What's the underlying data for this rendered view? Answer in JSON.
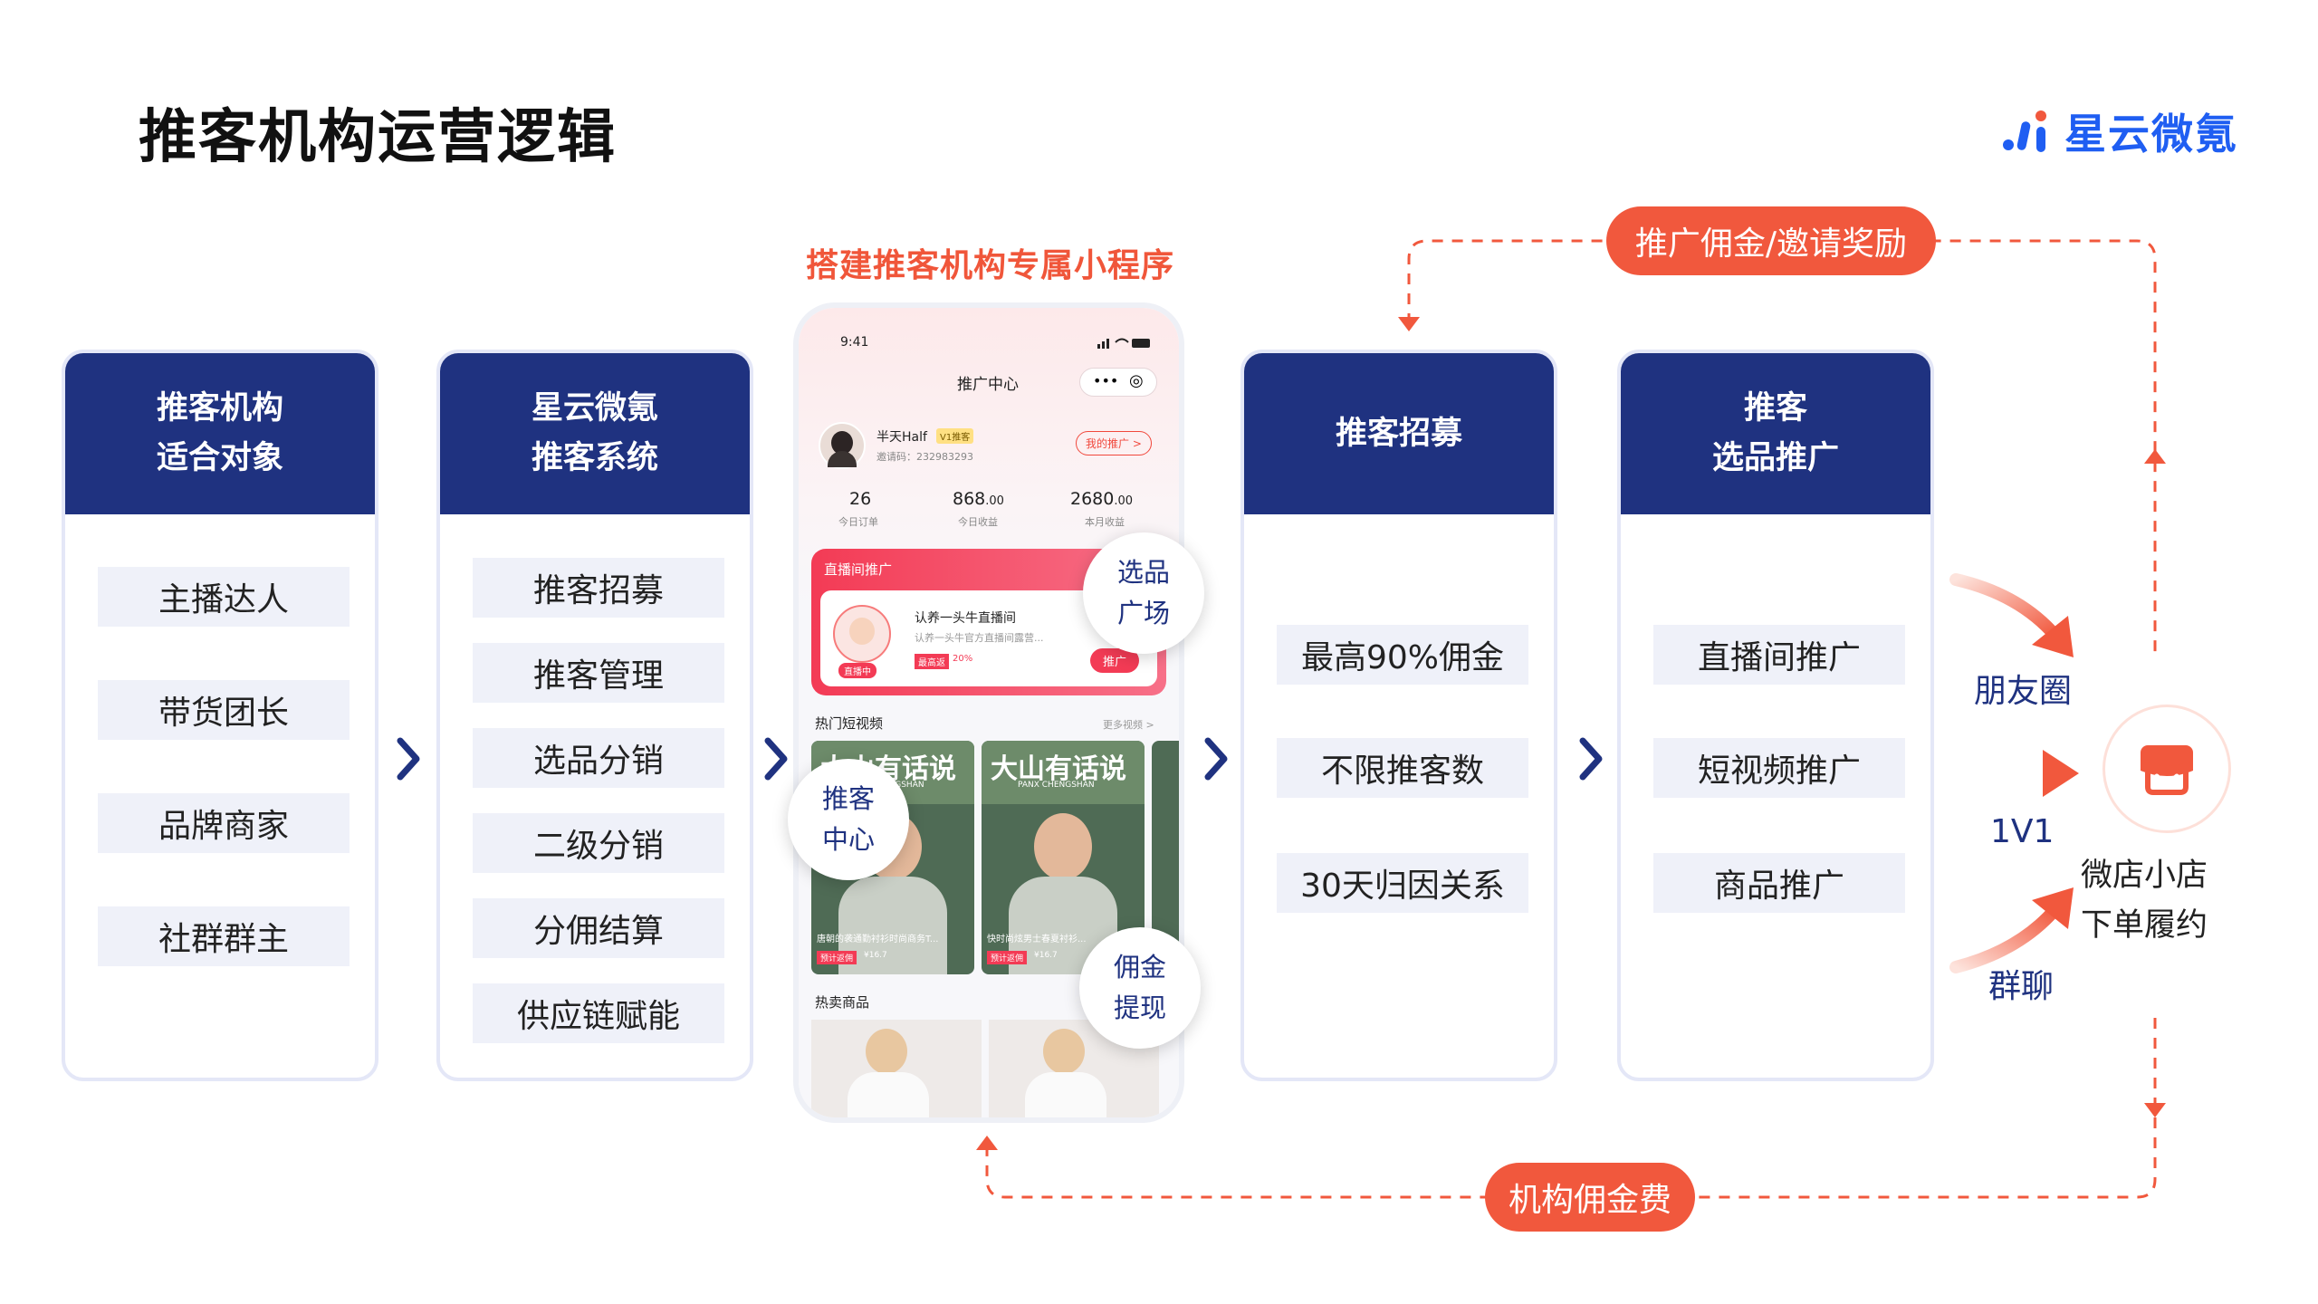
{
  "title": "推客机构运营逻辑",
  "logo": {
    "text": "星云微氪",
    "icon": "brand-logo-icon",
    "color": "#1f5ef2"
  },
  "colors": {
    "navy": "#1f3280",
    "orange": "#f1583d",
    "pill_bg": "#eff1f9"
  },
  "cards": [
    {
      "title_line1": "推客机构",
      "title_line2": "适合对象",
      "items": [
        "主播达人",
        "带货团长",
        "品牌商家",
        "社群群主"
      ]
    },
    {
      "title_line1": "星云微氪",
      "title_line2": "推客系统",
      "items": [
        "推客招募",
        "推客管理",
        "选品分销",
        "二级分销",
        "分佣结算",
        "供应链赋能"
      ]
    },
    {
      "title_line1": "推客招募",
      "title_line2": "",
      "items": [
        "最高90%佣金",
        "不限推客数",
        "30天归因关系"
      ]
    },
    {
      "title_line1": "推客",
      "title_line2": "选品推广",
      "items": [
        "直播间推广",
        "短视频推广",
        "商品推广"
      ]
    }
  ],
  "phone": {
    "heading": "搭建推客机构专属小程序",
    "time": "9:41",
    "page_title": "推广中心",
    "user_name": "半天Half",
    "user_badge": "V1推客",
    "invite_code": "邀请码：232983293",
    "my_promo": "我的推广 >",
    "stats": [
      {
        "value": "26",
        "unit": "",
        "label": "今日订单"
      },
      {
        "value": "868",
        "unit": ".00",
        "label": "今日收益"
      },
      {
        "value": "2680",
        "unit": ".00",
        "label": "本月收益"
      }
    ],
    "live_section": "直播间推广",
    "live_room_name": "认养一头牛直播间",
    "live_room_desc": "认养一头牛官方直播间露营...",
    "live_tag": "直播中",
    "commission_tag": "最高返",
    "commission_rate": "20%",
    "promote_btn": "推广",
    "video_section": "热门短视频",
    "more_videos": "更多视频 >",
    "video_banner": "大山有话说",
    "video_sub": "PANX CHENGSHAN",
    "videos": [
      {
        "caption": "唐朝的袭通勤衬衫时尚商务T...",
        "tag": "预计返佣",
        "price": "¥16.7"
      },
      {
        "caption": "快时尚炫男士春夏衬衫...",
        "tag": "预计返佣",
        "price": "¥16.7"
      }
    ],
    "goods_section": "热卖商品"
  },
  "feature_circles": [
    "选品\n广场",
    "推客\n中心",
    "佣金\n提现"
  ],
  "circle_lines": [
    [
      "选品",
      "广场"
    ],
    [
      "推客",
      "中心"
    ],
    [
      "佣金",
      "提现"
    ]
  ],
  "channels": [
    "朋友圈",
    "1V1",
    "群聊"
  ],
  "shop": {
    "icon": "shop-icon",
    "line1": "微店小店",
    "line2": "下单履约"
  },
  "top_flow_label": "推广佣金/邀请奖励",
  "bottom_flow_label": "机构佣金费"
}
